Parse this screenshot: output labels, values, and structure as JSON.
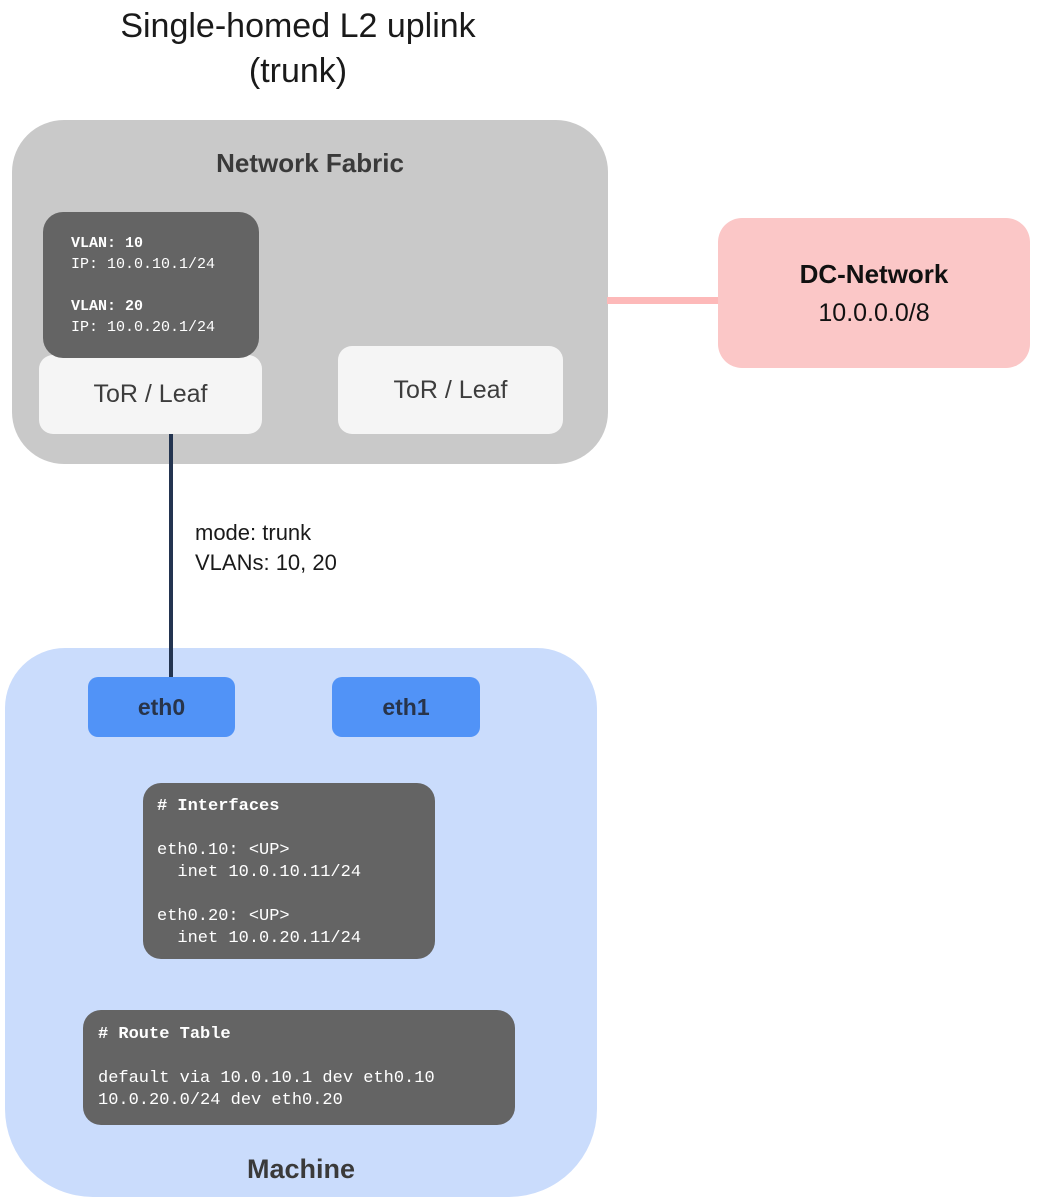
{
  "title": {
    "line1": "Single-homed L2 uplink",
    "line2": "(trunk)"
  },
  "fabric": {
    "title": "Network Fabric",
    "vlan_box": {
      "lines": [
        {
          "t": "VLAN: 10",
          "b": true
        },
        {
          "t": "IP: 10.0.10.1/24",
          "b": false
        },
        {
          "t": "",
          "b": false
        },
        {
          "t": "VLAN: 20",
          "b": true
        },
        {
          "t": "IP: 10.0.20.1/24",
          "b": false
        }
      ]
    },
    "tor_left_label": "ToR / Leaf",
    "tor_right_label": "ToR / Leaf"
  },
  "uplink": {
    "mode_label": "mode: trunk",
    "vlans_label": "VLANs: 10, 20"
  },
  "dc": {
    "title": "DC-Network",
    "subnet": "10.0.0.0/8"
  },
  "machine": {
    "title": "Machine",
    "nics": [
      {
        "label": "eth0"
      },
      {
        "label": "eth1"
      }
    ],
    "interfaces_box": {
      "lines": [
        {
          "t": "# Interfaces",
          "b": true
        },
        {
          "t": "",
          "b": false
        },
        {
          "t": "eth0.10: <UP>",
          "b": false
        },
        {
          "t": "  inet 10.0.10.11/24",
          "b": false
        },
        {
          "t": "",
          "b": false
        },
        {
          "t": "eth0.20: <UP>",
          "b": false
        },
        {
          "t": "  inet 10.0.20.11/24",
          "b": false
        }
      ]
    },
    "route_box": {
      "lines": [
        {
          "t": "# Route Table",
          "b": true
        },
        {
          "t": "",
          "b": false
        },
        {
          "t": "default via 10.0.10.1 dev eth0.10",
          "b": false
        },
        {
          "t": "10.0.20.0/24 dev eth0.20",
          "b": false
        }
      ]
    }
  },
  "colors": {
    "fabric_gray": "#c9c9c9",
    "code_dark": "#646464",
    "tor_light": "#f5f5f5",
    "machine_blue": "#cadcfc",
    "nic_blue": "#5193f7",
    "dc_pink": "#fbc7c7",
    "link_pink": "#fdb9b9",
    "trunk_navy": "#233450"
  }
}
